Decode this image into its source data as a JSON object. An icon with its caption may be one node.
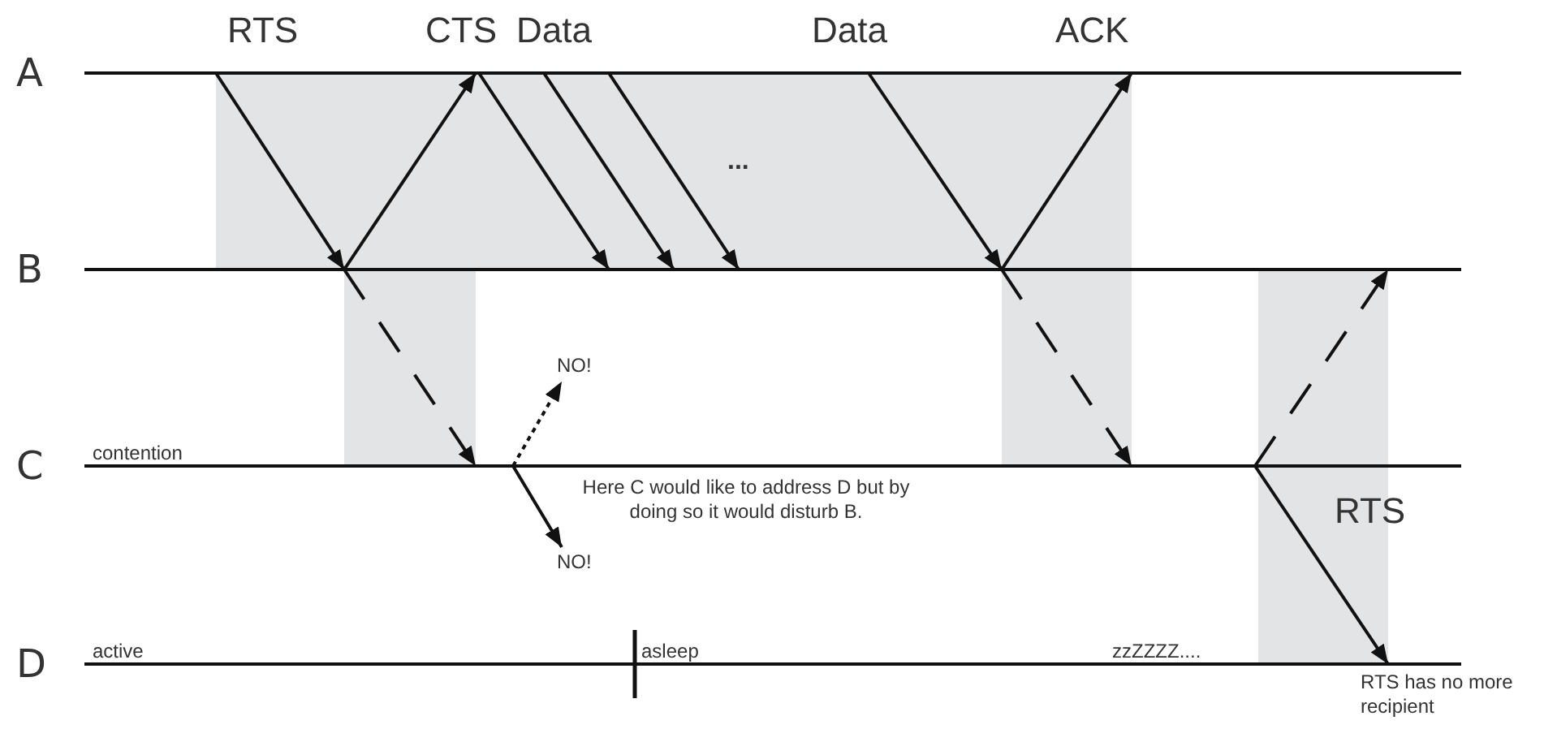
{
  "diagram": {
    "nodes": [
      {
        "text": [
          "A"
        ]
      },
      {
        "text": [
          "B"
        ]
      },
      {
        "text": [
          "C"
        ],
        "beside": [
          "contention"
        ]
      },
      {
        "text": [
          "D"
        ],
        "beside": [
          "active",
          "asleep",
          "zzZZZZ...."
        ]
      },
      {
        "text": [
          "NO!"
        ]
      },
      {
        "text": [
          "NO!"
        ]
      }
    ],
    "edges": [
      {
        "from": 0,
        "to": 1,
        "arrow": "to",
        "label": "RTS"
      },
      {
        "from": 1,
        "to": 0,
        "arrow": "to",
        "label": "CTS"
      },
      {
        "from": 0,
        "to": 1,
        "arrow": "to",
        "label": "Data"
      },
      {
        "from": 0,
        "to": 1,
        "arrow": "to"
      },
      {
        "from": 0,
        "to": 1,
        "arrow": "to"
      },
      {
        "from": 0,
        "to": 1,
        "arrow": "to",
        "label": "Data"
      },
      {
        "from": 1,
        "to": 0,
        "arrow": "to",
        "label": "ACK"
      },
      {
        "from": 1,
        "to": 2,
        "arrow": "to",
        "style": "dashed"
      },
      {
        "from": 1,
        "to": 2,
        "arrow": "to",
        "style": "dashed"
      },
      {
        "from": 2,
        "to": 4,
        "arrow": "to",
        "style": "dashed"
      },
      {
        "from": 2,
        "to": 5,
        "arrow": "to"
      },
      {
        "from": 2,
        "to": 1,
        "arrow": "to",
        "style": "dashed"
      },
      {
        "from": 2,
        "to": 3,
        "arrow": "to",
        "label": "RTS"
      }
    ],
    "labels": [
      "...",
      "Here C would like to address D but by doing so it would disturb B.",
      "RTS has no more recipient"
    ]
  }
}
